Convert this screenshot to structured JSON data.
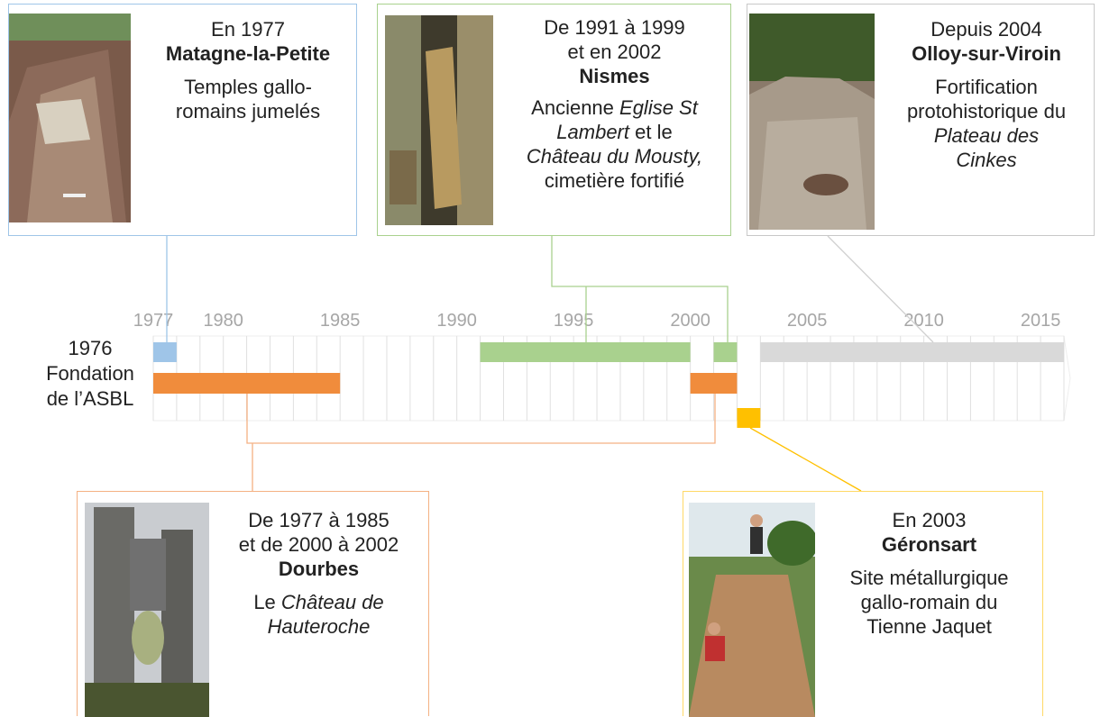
{
  "founding": {
    "year": "1976",
    "line1": "Fondation",
    "line2": "de l’ASBL"
  },
  "axis": {
    "start": 1977,
    "end": 2016,
    "tick_labels": [
      "1977",
      "1980",
      "1985",
      "1990",
      "1995",
      "2000",
      "2005",
      "2010",
      "2015"
    ]
  },
  "colors": {
    "blue": "#9fc5e8",
    "green": "#a9d18e",
    "orange": "#f08c3c",
    "yellow": "#ffc000",
    "grey": "#d9d9d9",
    "gridline": "#e0e0e0",
    "arrow": "#eeeeee"
  },
  "bars": [
    {
      "site": "Matagne-la-Petite",
      "from": 1977,
      "to": 1978,
      "color": "blue",
      "row": 0
    },
    {
      "site": "Nismes",
      "from": 1991,
      "to": 2000,
      "color": "green",
      "row": 0
    },
    {
      "site": "Nismes",
      "from": 2001,
      "to": 2002,
      "color": "green",
      "row": 0
    },
    {
      "site": "Dourbes",
      "from": 1977,
      "to": 1985,
      "color": "orange",
      "row": 1
    },
    {
      "site": "Dourbes",
      "from": 2000,
      "to": 2002,
      "color": "orange",
      "row": 1
    },
    {
      "site": "Géronsart",
      "from": 2002,
      "to": 2003,
      "color": "yellow",
      "row": 2
    },
    {
      "site": "Olloy-sur-Viroin",
      "from": 2003,
      "to": 2016,
      "color": "grey",
      "row": 0
    }
  ],
  "cards": {
    "matagne": {
      "line1": "En 1977",
      "place": "Matagne-la-Petite",
      "desc1": "Temples gallo-",
      "desc2": "romains jumelés",
      "photo": "excavation-trench-photo"
    },
    "nismes": {
      "line1": "De 1991 à 1999",
      "line2": "et en 2002",
      "place": "Nismes",
      "desc1": "Ancienne ",
      "desc1_i": "Eglise St",
      "desc2_i": "Lambert",
      "desc2": " et le",
      "desc3_i": "Château du Mousty,",
      "desc4": "cimetière fortifié",
      "photo": "church-excavation-photo"
    },
    "olloy": {
      "line1": "Depuis 2004",
      "place": "Olloy-sur-Viroin",
      "desc1": "Fortification",
      "desc2": "protohistorique du",
      "desc3_i": "Plateau des",
      "desc4_i": "Cinkes",
      "photo": "stone-rampart-photo"
    },
    "dourbes": {
      "line1": "De 1977 à 1985",
      "line2": "et de 2000 à 2002",
      "place": "Dourbes",
      "desc1": "Le ",
      "desc1_i": "Château de",
      "desc2_i": "Hauteroche",
      "photo": "castle-ruin-photo"
    },
    "geronsart": {
      "line1": "En 2003",
      "place": "Géronsart",
      "desc1": "Site métallurgique",
      "desc2": "gallo-romain du",
      "desc3": "Tienne Jaquet",
      "photo": "excavation-team-photo"
    }
  }
}
